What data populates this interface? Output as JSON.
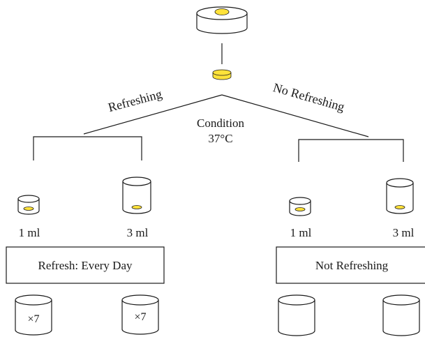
{
  "labels": {
    "left_branch": "Refreshing",
    "right_branch": "No Refreshing",
    "condition_line1": "Condition",
    "condition_line2": "37°C",
    "vol_left_small": "1 ml",
    "vol_left_large": "3 ml",
    "vol_right_small": "1 ml",
    "vol_right_large": "3 ml",
    "box_left": "Refresh: Every Day",
    "box_right": "Not Refreshing",
    "mult_left_1": "×7",
    "mult_left_2": "×7"
  },
  "colors": {
    "disc_fill": "#ffe23a",
    "stroke": "#1a1a1a",
    "background": "#ffffff"
  }
}
